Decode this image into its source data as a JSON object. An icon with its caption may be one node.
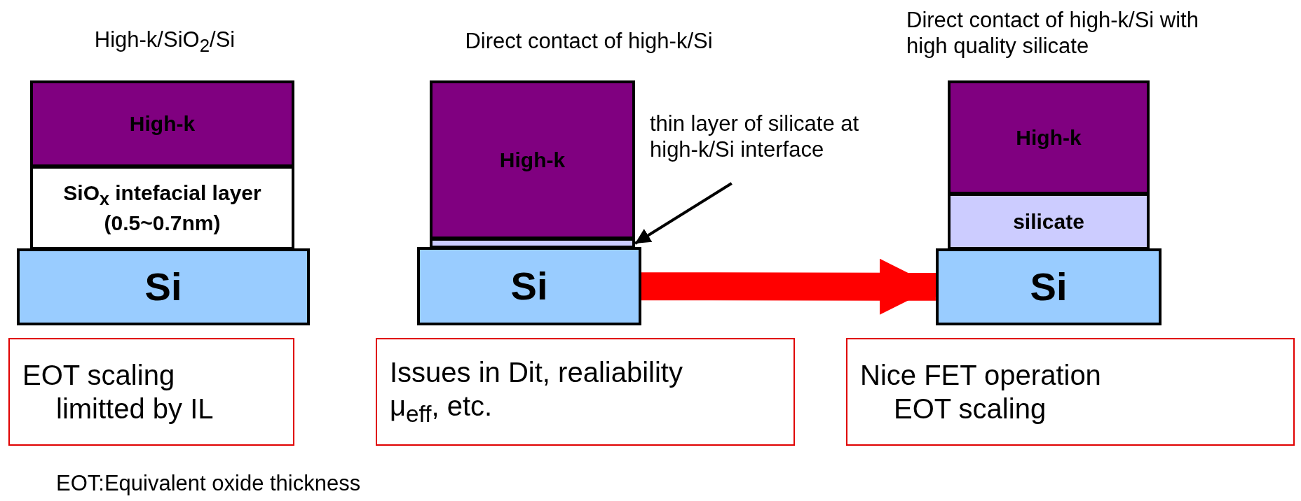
{
  "diagram": {
    "nodes": [
      {
        "text": [
          "High-k"
        ]
      },
      {
        "text": [
          "SiO$_{x}$ intefacial layer (0.5~0.7nm)"
        ]
      },
      {
        "text": [
          "Si"
        ]
      },
      {
        "text": [
          "High-k"
        ]
      },
      {
        "text": [],
        "shape": "bar"
      },
      {
        "text": [
          "Si"
        ]
      },
      {
        "text": [
          "thin layer of silicate at high-k/Si interface"
        ]
      },
      {
        "text": [
          "High-k"
        ]
      },
      {
        "text": [
          "silicate"
        ]
      },
      {
        "text": [
          "Si"
        ]
      },
      {
        "text": [
          "EOT scaling limitted by IL"
        ]
      },
      {
        "text": [
          "Issues in Dit, realiability μ$_{eff}$, etc."
        ]
      },
      {
        "text": [
          "Nice FET operation",
          "EOT scaling"
        ]
      }
    ],
    "edges": [
      {
        "from": 6,
        "to": 4,
        "arrow": "to"
      },
      {
        "from": 5,
        "to": 9,
        "arrow": "to",
        "style": "thick",
        "color": "#ff0000"
      }
    ],
    "labels": [
      "High-k/SiO$_{2}$/Si",
      "Direct contact of high-k/Si",
      "Direct contact of high-k/Si with high quality silicate",
      "EOT:Equivalent oxide thickness"
    ]
  }
}
